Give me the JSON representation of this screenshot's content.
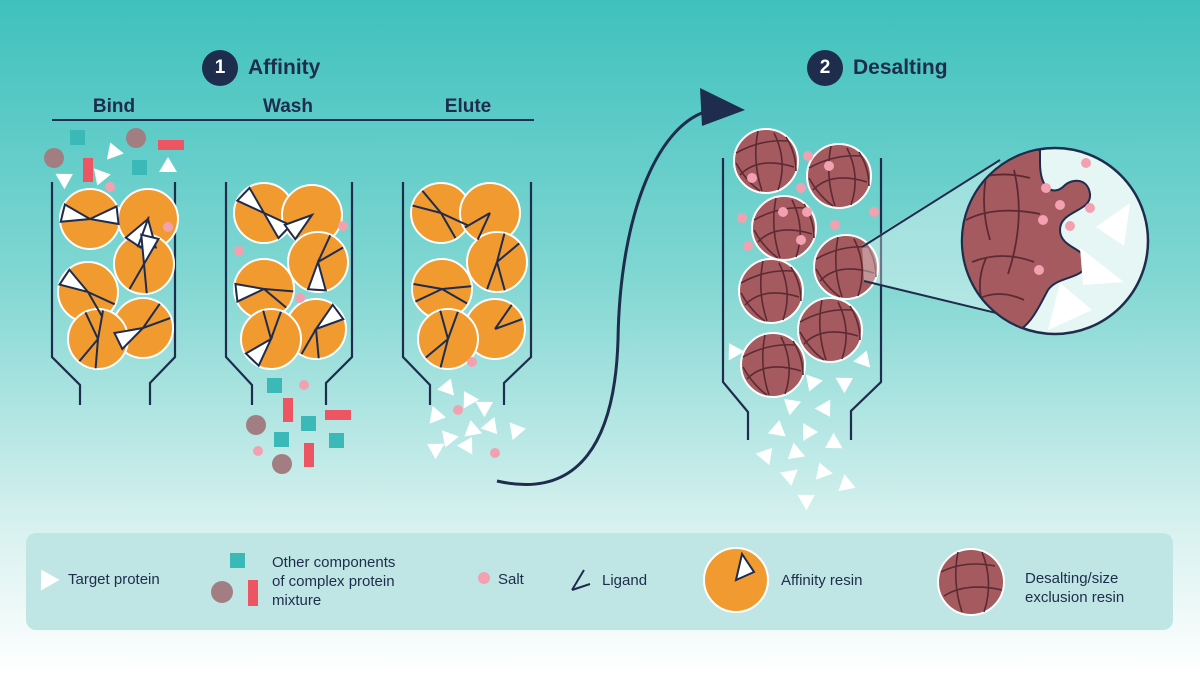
{
  "steps": [
    {
      "number": "1",
      "label": "Affinity"
    },
    {
      "number": "2",
      "label": "Desalting"
    }
  ],
  "stages": {
    "bind": "Bind",
    "wash": "Wash",
    "elute": "Elute"
  },
  "legend": {
    "target_protein": "Target protein",
    "other_components": [
      "Other components",
      "of complex protein",
      "mixture"
    ],
    "salt": "Salt",
    "ligand": "Ligand",
    "affinity_resin": "Affinity resin",
    "desalting_resin": [
      "Desalting/size",
      "exclusion resin"
    ]
  },
  "colors": {
    "navy": "#1e2c4d",
    "affinity_orange": "#f09a30",
    "desalting_maroon": "#a45a5e",
    "salt_pink": "#f3a1b1",
    "contaminant_teal": "#3ab9b8",
    "contaminant_red": "#ee5563",
    "contaminant_mauve": "#a27e82",
    "legend_panel": "#bfe6e4"
  }
}
